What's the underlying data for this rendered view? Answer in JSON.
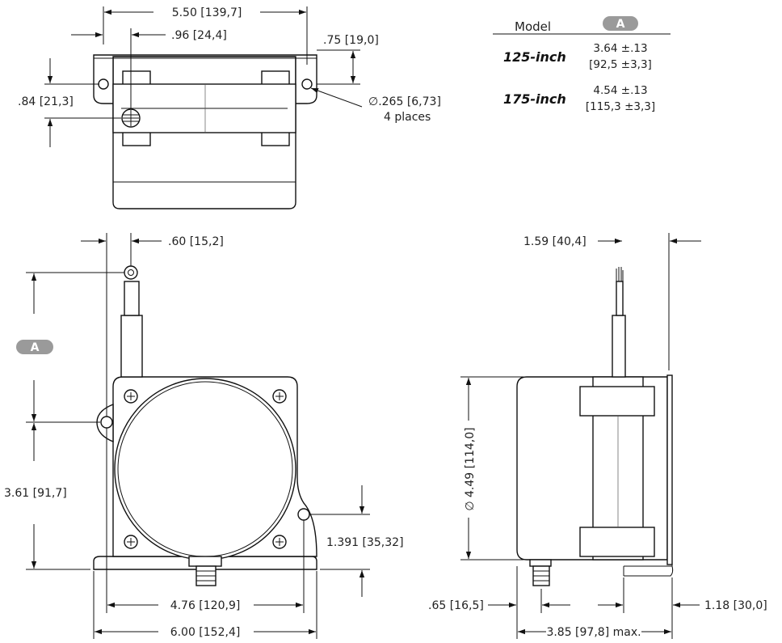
{
  "table": {
    "header_model": "Model",
    "header_badge": "A",
    "rows": [
      {
        "model": "125-inch",
        "value_line1": "3.64 ±.13",
        "value_line2": "[92,5 ±3,3]"
      },
      {
        "model": "175-inch",
        "value_line1": "4.54 ±.13",
        "value_line2": "[115,3 ±3,3]"
      }
    ]
  },
  "top_view": {
    "width_dim": "5.50 [139,7]",
    "offset_dim": ".96 [24,4]",
    "depth_dim": ".75 [19,0]",
    "height_dim": ".84 [21,3]",
    "hole_dim_line1": "∅.265 [6,73]",
    "hole_dim_line2": "4 places"
  },
  "front_view": {
    "cable_offset_dim": ".60 [15,2]",
    "badge": "A",
    "height_dim": "3.61 [91,7]",
    "hole_height_dim": "1.391 [35,32]",
    "hole_spacing_dim": "4.76 [120,9]",
    "overall_width_dim": "6.00 [152,4]"
  },
  "side_view": {
    "cable_offset_dim": "1.59 [40,4]",
    "diameter_dim": "∅ 4.49 [114,0]",
    "connector_dim": ".65 [16,5]",
    "flange_dim": "1.18 [30,0]",
    "overall_depth_dim": "3.85 [97,8] max."
  },
  "colors": {
    "badge": "#9a9a9a",
    "line": "#111111"
  }
}
